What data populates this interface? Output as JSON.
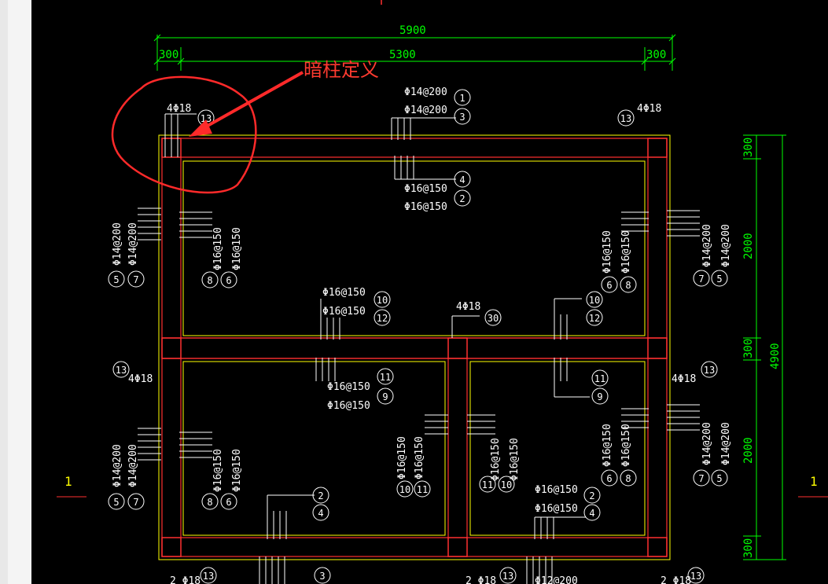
{
  "annotation": {
    "text": "暗柱定义"
  },
  "dims": {
    "top_total": "5900",
    "top_left": "300",
    "top_mid": "5300",
    "top_right": "300",
    "right_total": "4900",
    "right_a": "300",
    "right_b": "2000",
    "right_c": "300",
    "right_d": "2000",
    "right_e": "300"
  },
  "section_marks": {
    "left": "1",
    "right": "1"
  },
  "labels": {
    "col_tl": "4Φ18",
    "col_tr": "4Φ18",
    "col_ml": "4Φ18",
    "col_mr": "4Φ18",
    "col_mid": "4Φ18",
    "top_bar_1": "Φ14@200",
    "top_bar_2": "Φ14@200",
    "top_in_1": "Φ16@150",
    "top_in_2": "Φ16@150",
    "mid_bar_1": "Φ16@150",
    "mid_bar_2": "Φ16@150",
    "mid_in_1": "Φ16@150",
    "mid_in_2": "Φ16@150",
    "left_v_1": "Φ14@200",
    "left_v_2": "Φ14@200",
    "left_iv_1": "Φ16@150",
    "left_iv_2": "Φ16@150",
    "right_v_1": "Φ14@200",
    "right_v_2": "Φ14@200",
    "right_iv_1": "Φ16@150",
    "right_iv_2": "Φ16@150",
    "lb_v_1": "Φ14@200",
    "lb_v_2": "Φ14@200",
    "lb_iv_1": "Φ16@150",
    "lb_iv_2": "Φ16@150",
    "rb_v_1": "Φ14@200",
    "rb_v_2": "Φ14@200",
    "rb_iv_1": "Φ16@150",
    "rb_iv_2": "Φ16@150",
    "cw_1": "Φ16@150",
    "cw_2": "Φ16@150",
    "ce_1": "Φ16@150",
    "ce_2": "Φ16@150",
    "br_1": "Φ16@150",
    "br_2": "Φ16@150"
  },
  "circle_tags": {
    "c13a": "13",
    "c13b": "13",
    "c13c": "13",
    "c13d": "13",
    "c1": "1",
    "c3": "3",
    "c4": "4",
    "c2": "2",
    "c10a": "10",
    "c12a": "12",
    "c30": "30",
    "c10b": "10",
    "c12b": "12",
    "c11a": "11",
    "c9a": "9",
    "c11b": "11",
    "c9b": "9",
    "c2b": "2",
    "c4b": "4",
    "c2c": "2",
    "c4c": "4",
    "c3b": "3",
    "c13e": "13",
    "c13f": "13",
    "c13g": "13",
    "c8a": "8",
    "c6a": "6",
    "c5a": "5",
    "c7a": "7",
    "c6b": "6",
    "c8b": "8",
    "c7b": "7",
    "c5b": "5",
    "c8c": "8",
    "c6c": "6",
    "c5c": "5",
    "c7c": "7",
    "c6d": "6",
    "c8d": "8",
    "c7d": "7",
    "c5d": "5",
    "c10c": "10",
    "c11c": "11",
    "c11d": "11",
    "c10d": "10"
  },
  "bottom_partial": {
    "b1": "2 Φ18",
    "b2": "2 Φ18",
    "b3": "Φ12@200",
    "b4": "2 Φ18"
  },
  "colors": {
    "background": "#000000",
    "wall": "#ff3030",
    "outline": "#ffff00",
    "dim": "#00ff00",
    "text": "#ffffff",
    "annotation": "#ff3b30"
  }
}
